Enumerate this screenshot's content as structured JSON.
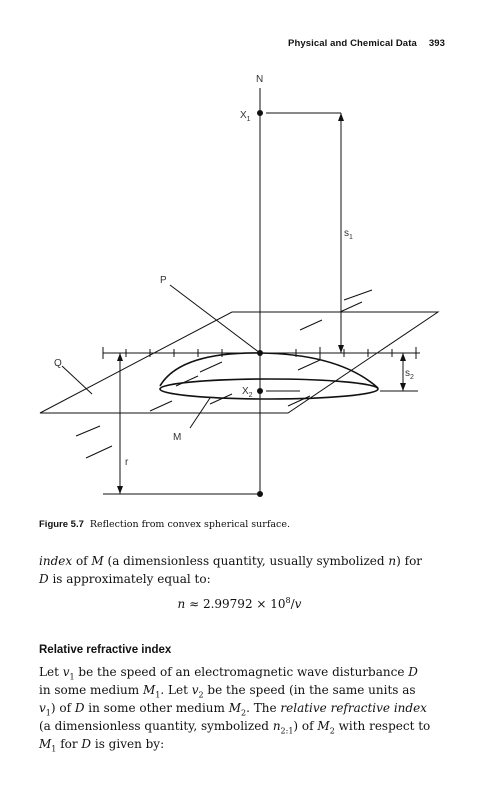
{
  "header": {
    "running_title": "Physical and Chemical Data",
    "page_number": "393"
  },
  "figure": {
    "labels": {
      "N": "N",
      "X1": "X",
      "X1_sub": "1",
      "X2": "X",
      "X2_sub": "2",
      "P": "P",
      "Q": "Q",
      "M": "M",
      "r": "r",
      "s1": "s",
      "s1_sub": "1",
      "s2": "s",
      "s2_sub": "2"
    }
  },
  "caption": {
    "number": "Figure 5.7",
    "text": "Reflection from convex spherical surface."
  },
  "para1": {
    "w1": "index",
    "w2": " of ",
    "w3": "M",
    "w4": " (a dimensionless quantity, usually symbolized ",
    "w5": "n",
    "w6": ") for",
    "w7": "D",
    "w8": " is approximately equal to:"
  },
  "formula": {
    "lhs": "n",
    "approx": " ≈ 2.99792 × 10",
    "exp": "8",
    "slash": "/",
    "v": "v"
  },
  "section_heading": "Relative refractive index",
  "para2": {
    "a1": "Let ",
    "a2": "v",
    "a3": "1",
    "a4": " be the speed of an electromagnetic wave disturbance ",
    "a5": "D",
    "b1": "in some medium ",
    "b2": "M",
    "b3": "1",
    "b4": ". Let ",
    "b5": "v",
    "b6": "2",
    "b7": " be the speed (in the same units as",
    "c1": "v",
    "c2": "1",
    "c3": ") of ",
    "c4": "D",
    "c5": " in some other medium ",
    "c6": "M",
    "c7": "2",
    "c8": ". The ",
    "c9": "relative refractive index",
    "d1": "(a dimensionless quantity, symbolized ",
    "d2": "n",
    "d3": "2:1",
    "d4": ") of ",
    "d5": "M",
    "d6": "2",
    "d7": " with respect to",
    "e1": "M",
    "e2": "1",
    "e3": " for ",
    "e4": "D",
    "e5": " is given by:"
  }
}
